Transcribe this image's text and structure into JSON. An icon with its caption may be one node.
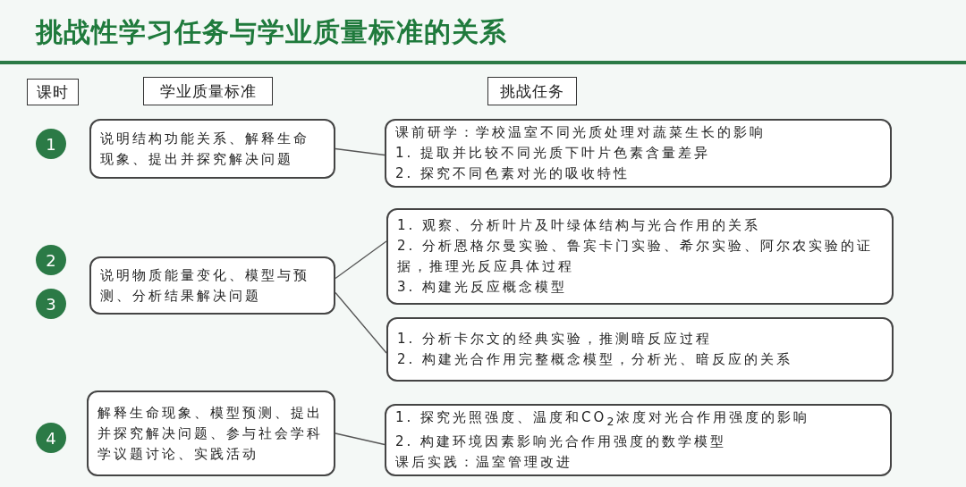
{
  "diagram": {
    "title": "挑战性学习任务与学业质量标准的关系",
    "nodes": [
      {
        "text": [
          "课时"
        ]
      },
      {
        "text": [
          "学业质量标准"
        ]
      },
      {
        "text": [
          "挑战任务"
        ]
      },
      {
        "text": [
          "1"
        ]
      },
      {
        "text": [
          "说明结构功能关系、解释生命现象、提出并探究解决问题"
        ]
      },
      {
        "text": [
          "课前研学：学校温室不同光质处理对蔬菜生长的影响",
          "1. 提取并比较不同光质下叶片色素含量差异",
          "2. 探究不同色素对光的吸收特性"
        ]
      },
      {
        "text": [
          "2"
        ]
      },
      {
        "text": [
          "3"
        ]
      },
      {
        "text": [
          "说明物质能量变化、模型与预测、分析结果解决问题"
        ]
      },
      {
        "text": [
          "1. 观察、分析叶片及叶绿体结构与光合作用的关系",
          "2. 分析恩格尔曼实验、鲁宾卡门实验、希尔实验、阿尔农实验的证据，推理光反应具体过程",
          "3. 构建光反应概念模型"
        ]
      },
      {
        "text": [
          "1. 分析卡尔文的经典实验，推测暗反应过程",
          "2. 构建光合作用完整概念模型，分析光、暗反应的关系"
        ]
      },
      {
        "text": [
          "4"
        ]
      },
      {
        "text": [
          "解释生命现象、模型预测、提出并探究解决问题、参与社会学科学议题讨论、实践活动"
        ]
      },
      {
        "text": [
          "1. 探究光照强度、温度和CO$_{2}$浓度对光合作用强度的影响",
          "2. 构建环境因素影响光合作用强度的数学模型",
          "课后实践：温室管理改进"
        ]
      }
    ],
    "edges": [
      {
        "from": 4,
        "to": 5,
        "arrow": "none"
      },
      {
        "from": 8,
        "to": 9,
        "arrow": "none"
      },
      {
        "from": 8,
        "to": 10,
        "arrow": "none"
      },
      {
        "from": 12,
        "to": 13,
        "arrow": "none"
      }
    ]
  }
}
